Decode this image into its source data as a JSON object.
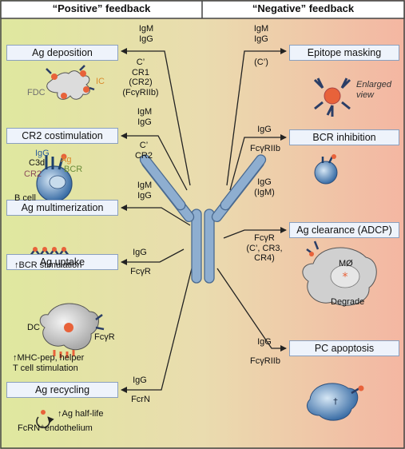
{
  "headers": {
    "positive": "“Positive” feedback",
    "negative": "“Negative” feedback"
  },
  "left": {
    "ag_deposition": {
      "title": "Ag deposition",
      "antibodies": "IgM\nIgG",
      "receptors": "C’\nCR1\n(CR2)\n(FcγRIIb)",
      "fdc_label": "FDC",
      "ic_label": "IC"
    },
    "cr2_costim": {
      "title": "CR2 costimulation",
      "antibodies": "IgM\nIgG",
      "receptors": "C’\nCR2",
      "igg": "IgG",
      "ag": "Ag",
      "c3d": "C3d",
      "bcr": "BCR",
      "cr2": "CR2",
      "bcell": "B cell"
    },
    "ag_multimer": {
      "title": "Ag multimerization",
      "antibodies": "IgM\nIgG",
      "note": "↑BCR stimulation"
    },
    "ag_uptake": {
      "title": "Ag uptake",
      "antibodies": "IgG",
      "receptor": "FcγR",
      "dc": "DC",
      "fcgr": "FcγR",
      "note": "↑MHC-pep, helper\nT cell stimulation"
    },
    "ag_recycling": {
      "title": "Ag recycling",
      "antibodies": "IgG",
      "receptor": "FcrN",
      "note": "↑Ag half-life",
      "endo": "FcRN⁺endothelium"
    }
  },
  "right": {
    "epitope": {
      "title": "Epitope masking",
      "antibodies": "IgM\nIgG",
      "receptor": "(C’)",
      "note": "Enlarged\nview"
    },
    "bcr_inhib": {
      "title": "BCR inhibition",
      "antibodies": "IgG",
      "receptor": "FcγRIIb"
    },
    "adcp": {
      "title": "Ag clearance (ADCP)",
      "antibodies": "IgG\n(IgM)",
      "receptor": "FcγR\n(C’, CR3,\nCR4)",
      "mphi": "MØ",
      "degrade": "Degrade"
    },
    "pc_apop": {
      "title": "PC apoptosis",
      "antibodies": "IgG",
      "receptor": "FcγRIIb"
    }
  },
  "colors": {
    "antibody": "#8eaed0",
    "antigen": "#e8623a",
    "border": "#444444"
  }
}
